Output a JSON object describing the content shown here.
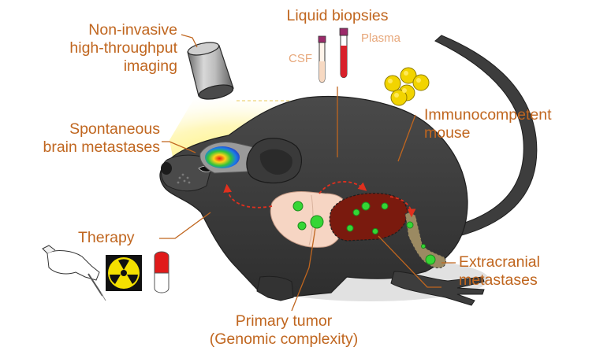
{
  "labels": {
    "imaging": [
      "Non-invasive",
      "high-throughput",
      "imaging"
    ],
    "liquid_biopsies": "Liquid biopsies",
    "csf": "CSF",
    "plasma": "Plasma",
    "brain_metastases": [
      "Spontaneous",
      "brain metastases"
    ],
    "immunocompetent": [
      "Immunocompetent",
      "mouse"
    ],
    "therapy": "Therapy",
    "extracranial": [
      "Extracranial",
      "metastases"
    ],
    "primary_tumor": [
      "Primary tumor",
      "(Genomic complexity)"
    ]
  },
  "colors": {
    "label_text": "#c0661f",
    "tube_label_text": "#e7a77a",
    "mouse_body": "#3d3d3d",
    "primary_tumor_tissue": "#f6d5c3",
    "liver_tissue": "#7a1a0e",
    "bone_tissue": "#9b8a62",
    "metastasis_nodule": "#35d635",
    "spread_arrow": "#e0301e",
    "immune_cells": "#f2d400",
    "imaging_beam": "#fff5a0"
  },
  "icons": [
    "camera-icon",
    "test-tube-csf-icon",
    "test-tube-plasma-icon",
    "immune-cell-icon",
    "gloved-hand-syringe-icon",
    "radiation-icon",
    "pill-capsule-icon"
  ]
}
